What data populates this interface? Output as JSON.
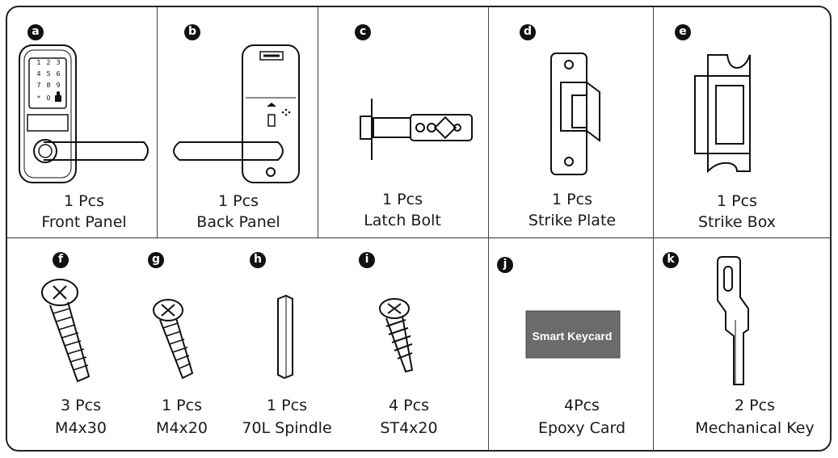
{
  "items": [
    {
      "letter": "a",
      "qty": "1 Pcs",
      "name": "Front Panel"
    },
    {
      "letter": "b",
      "qty": "1 Pcs",
      "name": "Back Panel"
    },
    {
      "letter": "c",
      "qty": "1 Pcs",
      "name": "Latch Bolt"
    },
    {
      "letter": "d",
      "qty": "1 Pcs",
      "name": "Strike Plate"
    },
    {
      "letter": "e",
      "qty": "1 Pcs",
      "name": "Strike Box"
    },
    {
      "letter": "f",
      "qty": "3 Pcs",
      "name": "M4x30"
    },
    {
      "letter": "g",
      "qty": "1 Pcs",
      "name": "M4x20"
    },
    {
      "letter": "h",
      "qty": "1 Pcs",
      "name": "70L Spindle"
    },
    {
      "letter": "i",
      "qty": "4 Pcs",
      "name": "ST4x20"
    },
    {
      "letter": "j",
      "qty": "4Pcs",
      "name": "Epoxy Card"
    },
    {
      "letter": "k",
      "qty": "2 Pcs",
      "name": "Mechanical Key"
    }
  ],
  "keypad_keys": [
    "1",
    "2",
    "3",
    "4",
    "5",
    "6",
    "7",
    "8",
    "9",
    "*",
    "0"
  ],
  "card_text": "Smart Keycard",
  "colors": {
    "border": "#222222",
    "card": "#6b6b6b",
    "badge": "#111111"
  }
}
